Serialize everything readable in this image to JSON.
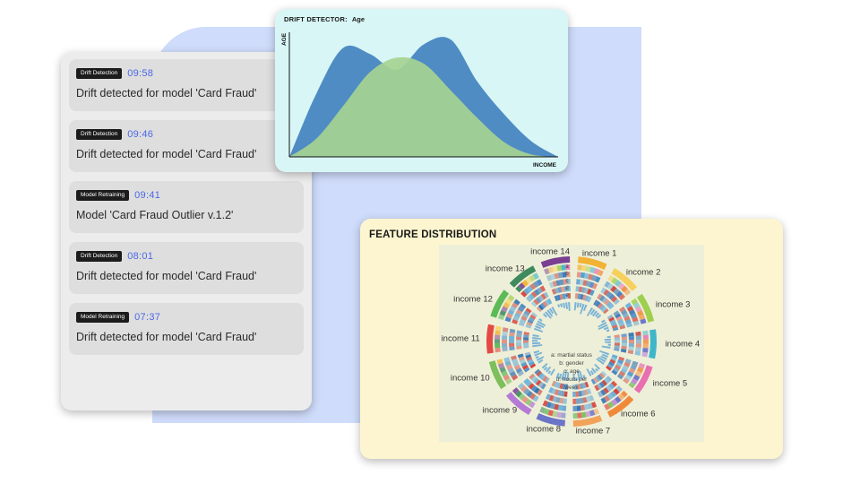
{
  "notifications": [
    {
      "badge": "Drift Detection",
      "time": "09:58",
      "message": "Drift detected for model 'Card Fraud'"
    },
    {
      "badge": "Drift Detection",
      "time": "09:46",
      "message": "Drift detected for model 'Card Fraud'"
    },
    {
      "badge": "Model Retraining",
      "time": "09:41",
      "message": "Model 'Card Fraud Outlier v.1.2'"
    },
    {
      "badge": "Drift Detection",
      "time": "08:01",
      "message": "Drift detected for model 'Card Fraud'"
    },
    {
      "badge": "Model Retraining",
      "time": "07:37",
      "message": "Drift detected for model 'Card Fraud'"
    }
  ],
  "drift_detector": {
    "title_label": "DRIFT DETECTOR:",
    "feature": "Age",
    "xlabel": "INCOME",
    "ylabel": "AGE"
  },
  "feature_distribution": {
    "title": "FEATURE DISTRIBUTION",
    "income_labels": [
      "income 1",
      "income 2",
      "income 3",
      "income 4",
      "income 5",
      "income 6",
      "income 7",
      "income 8",
      "income 9",
      "income 10",
      "income 11",
      "income 12",
      "income 13",
      "income 14"
    ],
    "ring_letters": [
      "a",
      "b",
      "c",
      "d",
      "e"
    ],
    "legend": [
      "a: martial status",
      "b: gender",
      "c: age",
      "d: hours per",
      "week"
    ]
  },
  "chart_data": {
    "type": "area",
    "title": "DRIFT DETECTOR: Age",
    "xlabel": "INCOME",
    "ylabel": "AGE",
    "x": [
      0,
      0.1,
      0.2,
      0.3,
      0.4,
      0.5,
      0.6,
      0.7,
      0.8,
      0.9,
      1.0
    ],
    "series": [
      {
        "values": [
          0,
          0.52,
          0.9,
          0.85,
          0.72,
          0.93,
          0.97,
          0.62,
          0.35,
          0.13,
          0
        ],
        "color": "#4f8cc4"
      },
      {
        "values": [
          0,
          0.15,
          0.42,
          0.7,
          0.82,
          0.77,
          0.55,
          0.32,
          0.12,
          0.02,
          0
        ],
        "color": "#a6d391"
      }
    ]
  },
  "colors": {
    "badge_bg": "#1c1c1c",
    "time_blue": "#4a67e8",
    "drift_blue": "#4f8cc4",
    "drift_green": "#a6d391"
  }
}
